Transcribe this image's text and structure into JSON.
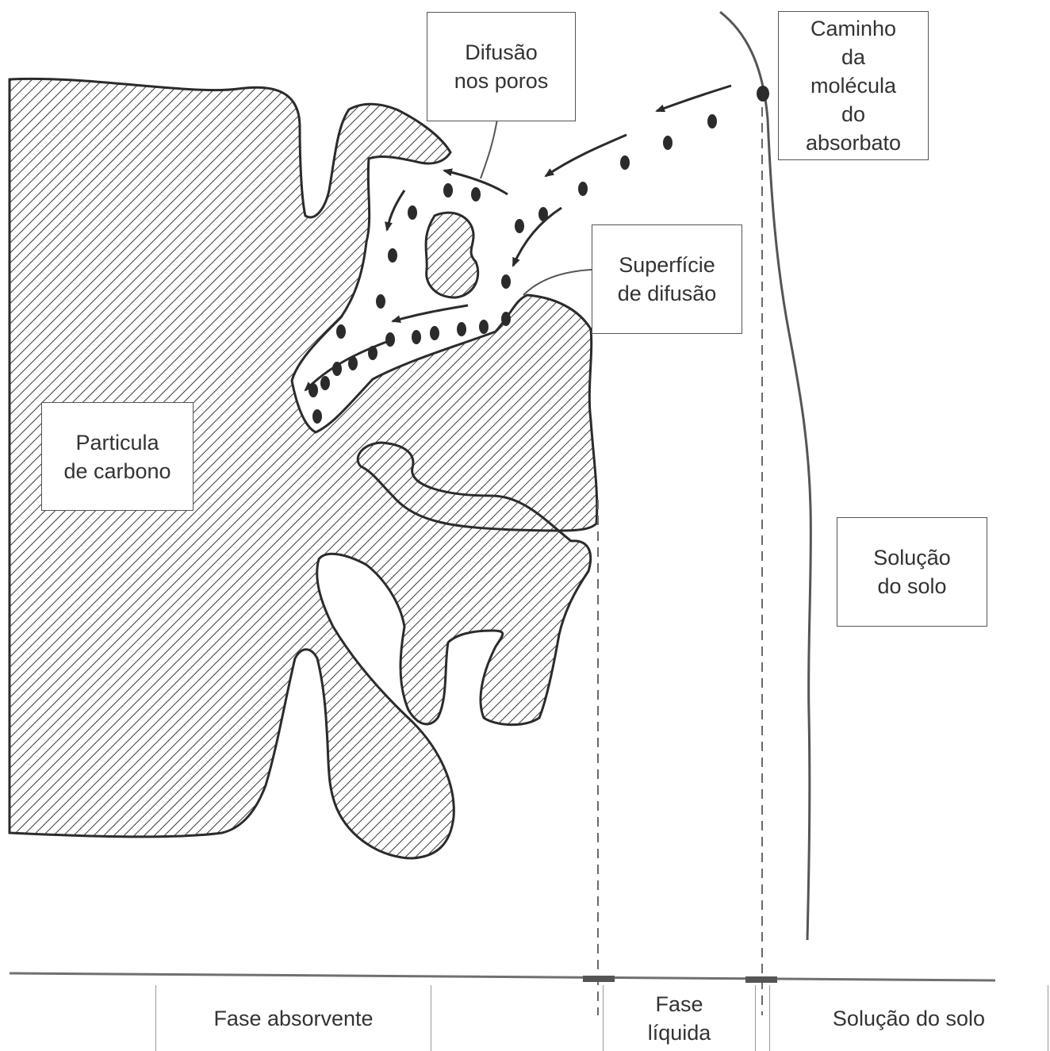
{
  "labels": {
    "pore_diffusion": "Difusão\nnos poros",
    "molecule_path": "Caminho\nda\nmolécula\ndo\nabsorbato",
    "diffusion_surface": "Superfície\nde difusão",
    "carbon_particle": "Particula\nde carbono",
    "soil_solution": "Solução\ndo solo"
  },
  "phases": {
    "absorbent": "Fase absorvente",
    "liquid": "Fase\nlíquida",
    "soil_solution": "Solução do solo"
  },
  "colors": {
    "ink": "#2b2b2b",
    "hatch": "#3a3a3a",
    "background": "#ffffff"
  }
}
